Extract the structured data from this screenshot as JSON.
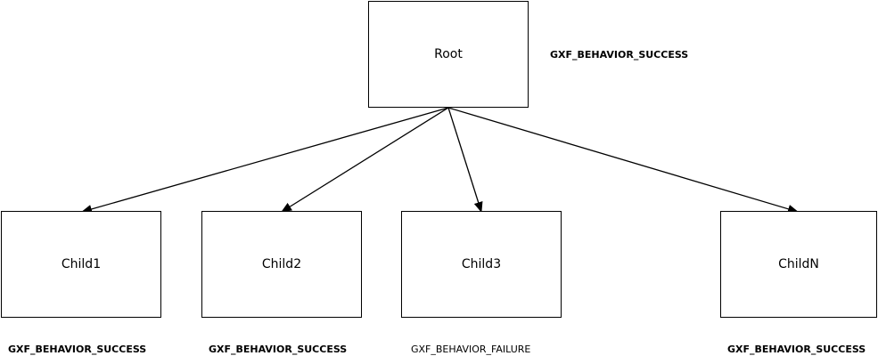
{
  "root": {
    "label": "Root",
    "status": "GXF_BEHAVIOR_SUCCESS"
  },
  "children": [
    {
      "label": "Child1",
      "status": "GXF_BEHAVIOR_SUCCESS",
      "status_bold": true
    },
    {
      "label": "Child2",
      "status": "GXF_BEHAVIOR_SUCCESS",
      "status_bold": true
    },
    {
      "label": "Child3",
      "status": "GXF_BEHAVIOR_FAILURE",
      "status_bold": false
    },
    {
      "label": "ChildN",
      "status": "GXF_BEHAVIOR_SUCCESS",
      "status_bold": true
    }
  ]
}
